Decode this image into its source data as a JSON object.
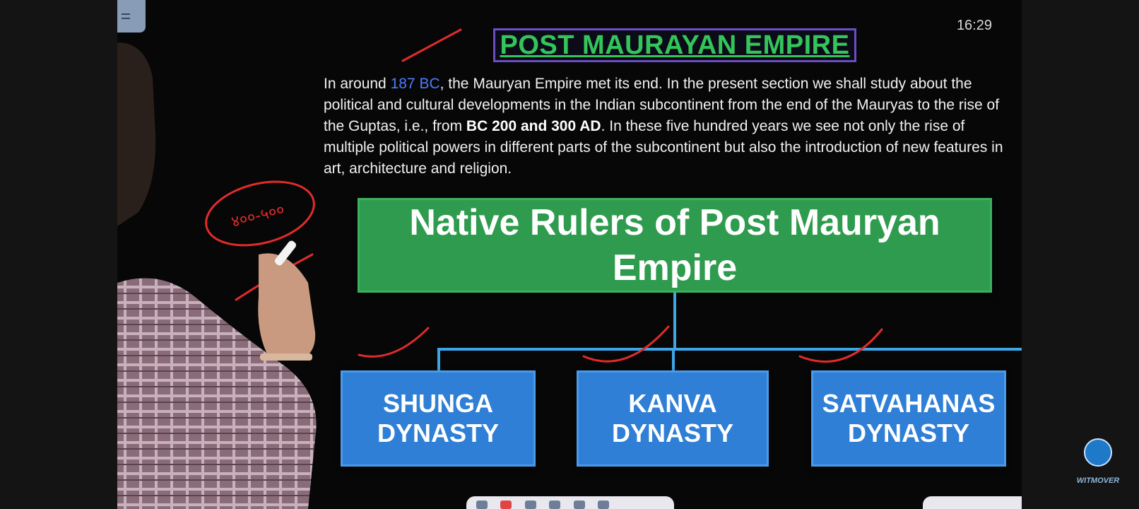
{
  "clock": "16:29",
  "slide": {
    "title": "POST MAURAYAN EMPIRE",
    "intro": {
      "t1": "In around ",
      "highlight": "187 BC",
      "t2": ", the Mauryan Empire met its end. In the present section we shall study about the political and cultural developments in the Indian subcontinent from the end of the Mauryas to the rise of the Guptas, i.e., from ",
      "bold": "BC 200 and 300 AD",
      "t3": ". In these five hundred years we see not only the rise of multiple political powers in different parts of the subcontinent but also the introduction of new features in art, architecture and religion."
    },
    "root": "Native Rulers of Post Mauryan Empire",
    "children": [
      {
        "l1": "SHUNGA",
        "l2": "DYNASTY"
      },
      {
        "l1": "KANVA",
        "l2": "DYNASTY"
      },
      {
        "l1": "SATVAHANAS",
        "l2": "DYNASTY"
      }
    ]
  },
  "annotation_text": "४००-५००",
  "watermark": "WITMOVER",
  "colors": {
    "title_green": "#33c55a",
    "root_green": "#2f9b4e",
    "child_blue": "#2f7fd6",
    "connector": "#3ea6e6",
    "pen_red": "#e02b2b",
    "highlight_blue": "#4d7dff"
  }
}
